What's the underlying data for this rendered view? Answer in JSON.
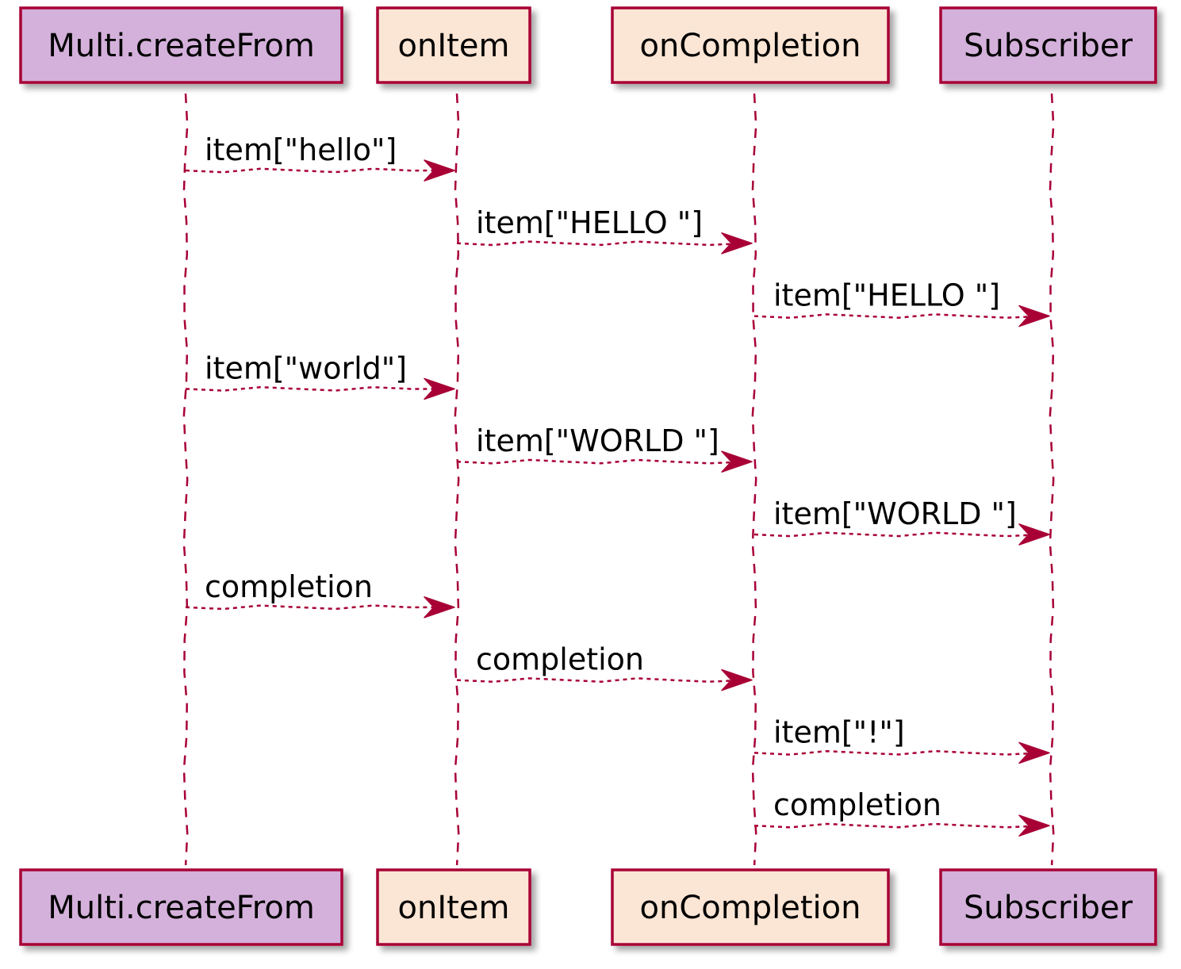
{
  "colors": {
    "stroke": "#A80036",
    "purple_fill": "#D4B1DB",
    "peach_fill": "#FBE5D4",
    "shadow": "#c8c8c8",
    "text": "#000000"
  },
  "participants": [
    {
      "id": "multi",
      "name": "Multi.createFrom",
      "style": "purple"
    },
    {
      "id": "onitem",
      "name": "onItem",
      "style": "peach"
    },
    {
      "id": "oncompletion",
      "name": "onCompletion",
      "style": "peach"
    },
    {
      "id": "subscriber",
      "name": "Subscriber",
      "style": "purple"
    }
  ],
  "messages": [
    {
      "from": "multi",
      "to": "onitem",
      "label": "item[\"hello\"]"
    },
    {
      "from": "onitem",
      "to": "oncompletion",
      "label": "item[\"HELLO \"]"
    },
    {
      "from": "oncompletion",
      "to": "subscriber",
      "label": "item[\"HELLO \"]"
    },
    {
      "from": "multi",
      "to": "onitem",
      "label": "item[\"world\"]"
    },
    {
      "from": "onitem",
      "to": "oncompletion",
      "label": "item[\"WORLD \"]"
    },
    {
      "from": "oncompletion",
      "to": "subscriber",
      "label": "item[\"WORLD \"]"
    },
    {
      "from": "multi",
      "to": "onitem",
      "label": "completion"
    },
    {
      "from": "onitem",
      "to": "oncompletion",
      "label": "completion"
    },
    {
      "from": "oncompletion",
      "to": "subscriber",
      "label": "item[\"!\"]"
    },
    {
      "from": "oncompletion",
      "to": "subscriber",
      "label": "completion"
    }
  ]
}
